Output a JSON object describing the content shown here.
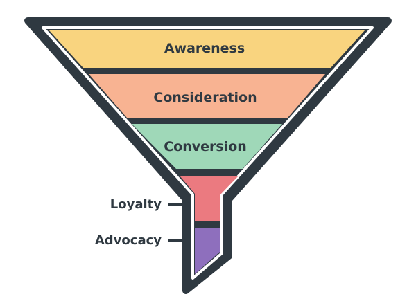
{
  "funnel": {
    "outline_color": "#2f3941",
    "stages": [
      {
        "label": "Awareness",
        "color": "#f9d47f",
        "label_placement": "inside"
      },
      {
        "label": "Consideration",
        "color": "#f8b392",
        "label_placement": "inside"
      },
      {
        "label": "Conversion",
        "color": "#9fd8b8",
        "label_placement": "inside"
      },
      {
        "label": "Loyalty",
        "color": "#eb7a80",
        "label_placement": "outside-left"
      },
      {
        "label": "Advocacy",
        "color": "#8e6fbd",
        "label_placement": "outside-left"
      }
    ]
  }
}
